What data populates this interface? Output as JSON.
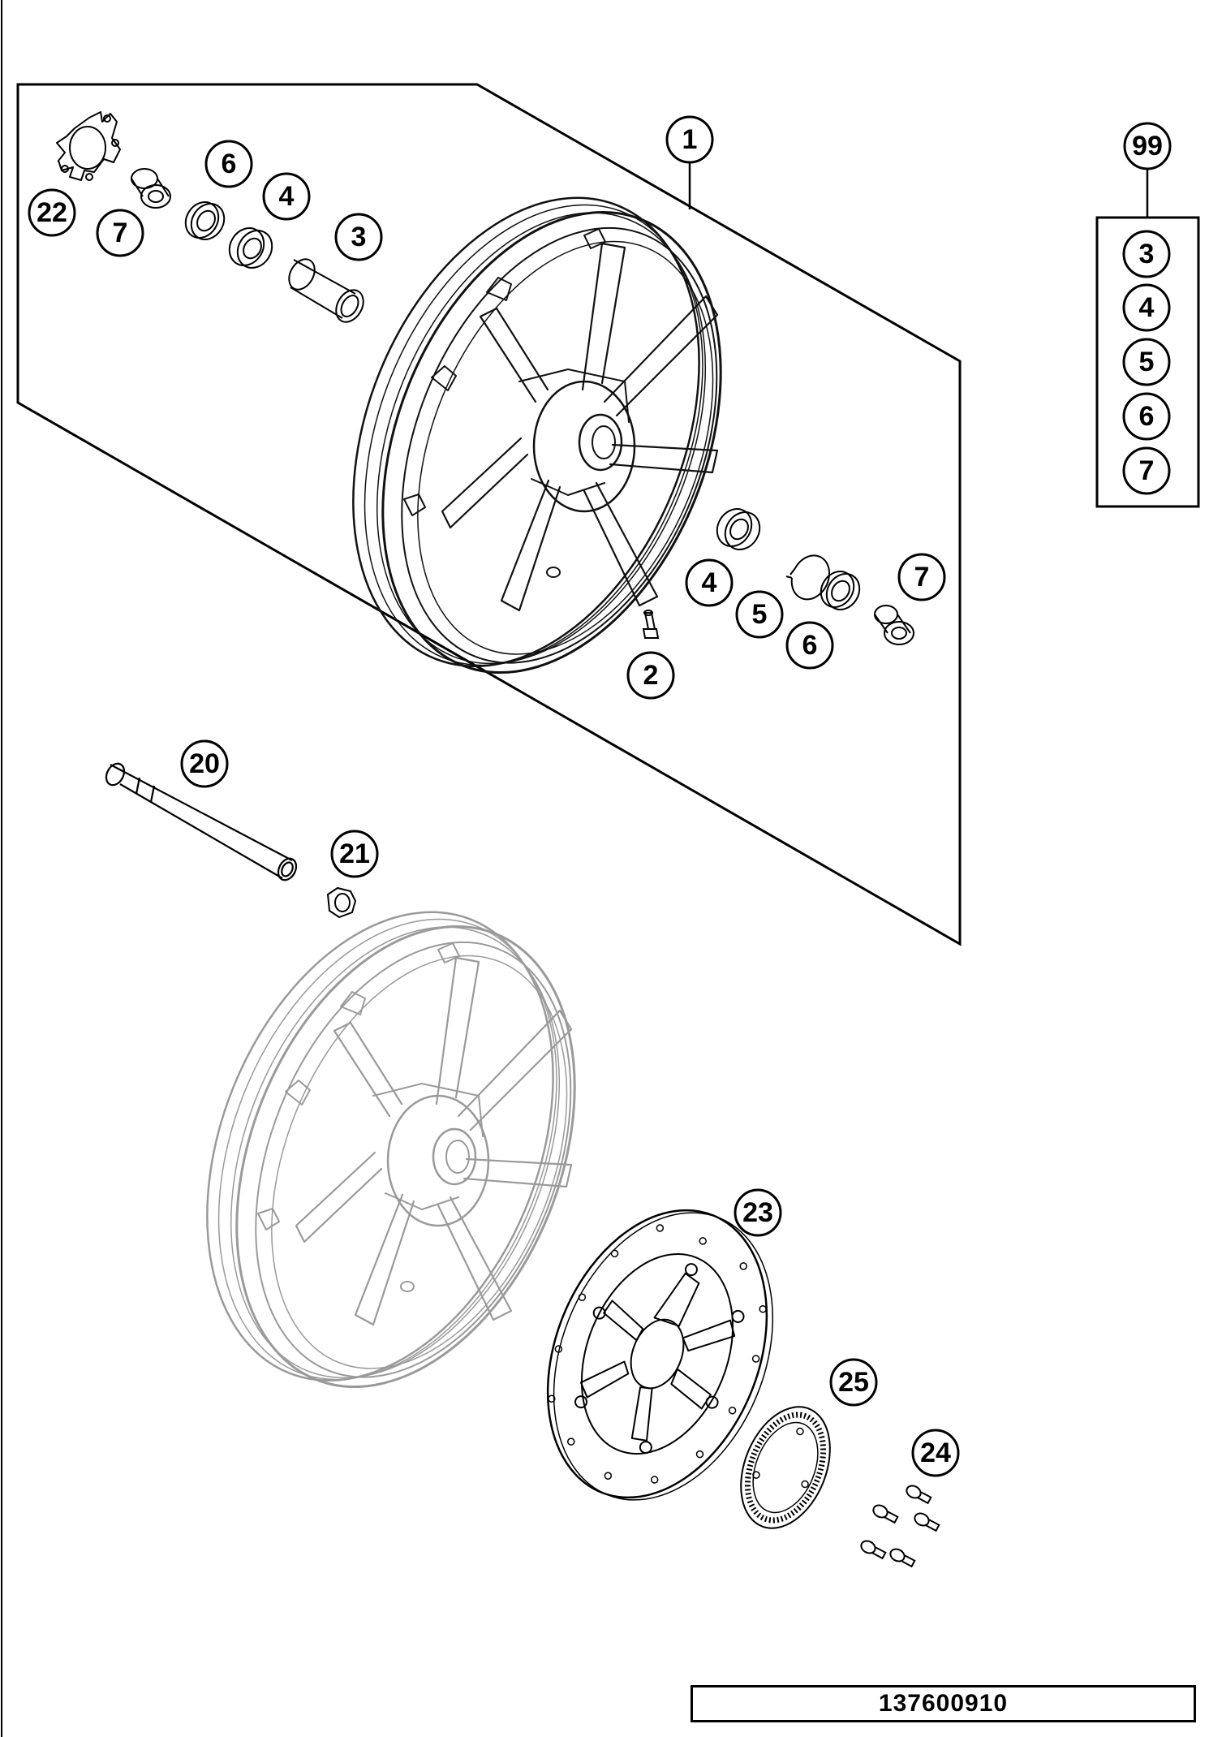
{
  "callouts": {
    "c1": "1",
    "c2": "2",
    "c3": "3",
    "c4a": "4",
    "c4b": "4",
    "c5": "5",
    "c6a": "6",
    "c6b": "6",
    "c7a": "7",
    "c7b": "7",
    "c20": "20",
    "c21": "21",
    "c22": "22",
    "c23": "23",
    "c24": "24",
    "c25": "25"
  },
  "kit": {
    "label": "99",
    "items": [
      "3",
      "4",
      "5",
      "6",
      "7"
    ]
  },
  "drawing_number": "137600910"
}
